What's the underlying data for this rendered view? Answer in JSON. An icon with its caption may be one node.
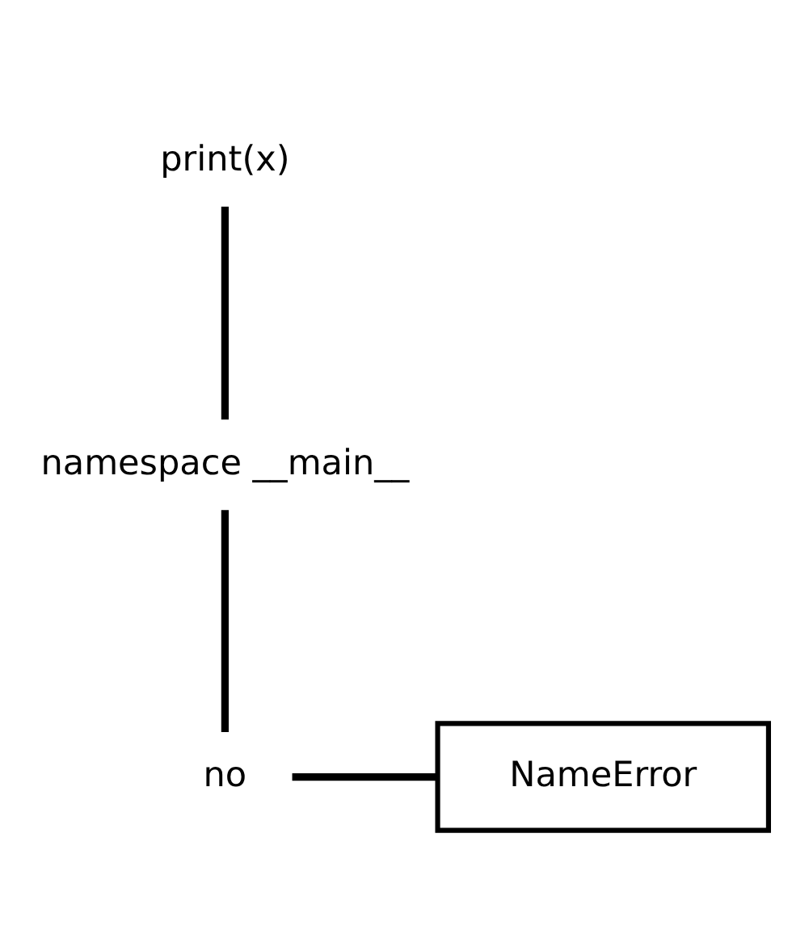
{
  "diagram": {
    "nodes": [
      {
        "text": [
          "print(x)"
        ]
      },
      {
        "text": [
          "namespace __main__"
        ]
      },
      {
        "text": [
          "no"
        ]
      },
      {
        "text": [
          "NameError"
        ]
      }
    ],
    "edges": [
      {
        "from": 0,
        "to": 1,
        "arrow": "none"
      },
      {
        "from": 1,
        "to": 2,
        "arrow": "none"
      },
      {
        "from": 2,
        "to": 3,
        "arrow": "none"
      }
    ]
  }
}
